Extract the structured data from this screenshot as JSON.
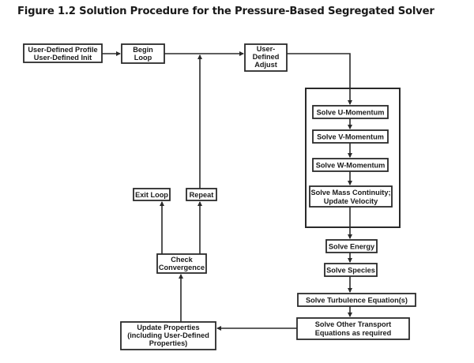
{
  "figure": {
    "title": "Figure 1.2  Solution Procedure for the Pressure-Based Segregated Solver"
  },
  "nodes": {
    "user_defined_profile": [
      "User-Defined Profile",
      "User-Defined Init"
    ],
    "begin_loop": [
      "Begin",
      "Loop"
    ],
    "user_defined_adjust": [
      "User-",
      "Defined",
      "Adjust"
    ],
    "solve_u_momentum": [
      "Solve U-Momentum"
    ],
    "solve_v_momentum": [
      "Solve V-Momentum"
    ],
    "solve_w_momentum": [
      "Solve W-Momentum"
    ],
    "solve_mass_continuity": [
      "Solve Mass Continuity;",
      "Update Velocity"
    ],
    "solve_energy": [
      "Solve Energy"
    ],
    "solve_species": [
      "Solve Species"
    ],
    "solve_turbulence": [
      "Solve Turbulence Equation(s)"
    ],
    "solve_other_transport": [
      "Solve Other Transport",
      "Equations as required"
    ],
    "update_properties": [
      "Update Properties",
      "(including User-Defined",
      "Properties)"
    ],
    "check_convergence": [
      "Check",
      "Convergence"
    ],
    "exit_loop": [
      "Exit Loop"
    ],
    "repeat": [
      "Repeat"
    ]
  },
  "edges": [
    {
      "from": "user_defined_profile",
      "to": "begin_loop"
    },
    {
      "from": "begin_loop",
      "to": "user_defined_adjust"
    },
    {
      "from": "user_defined_adjust",
      "to": "solve_u_momentum"
    },
    {
      "from": "solve_u_momentum",
      "to": "solve_v_momentum"
    },
    {
      "from": "solve_v_momentum",
      "to": "solve_w_momentum"
    },
    {
      "from": "solve_w_momentum",
      "to": "solve_mass_continuity"
    },
    {
      "from": "solve_mass_continuity",
      "to": "solve_energy"
    },
    {
      "from": "solve_energy",
      "to": "solve_species"
    },
    {
      "from": "solve_species",
      "to": "solve_turbulence"
    },
    {
      "from": "solve_turbulence",
      "to": "solve_other_transport"
    },
    {
      "from": "solve_other_transport",
      "to": "update_properties"
    },
    {
      "from": "update_properties",
      "to": "check_convergence"
    },
    {
      "from": "check_convergence",
      "to": "exit_loop"
    },
    {
      "from": "check_convergence",
      "to": "repeat"
    },
    {
      "from": "repeat",
      "to": "user_defined_adjust"
    }
  ]
}
